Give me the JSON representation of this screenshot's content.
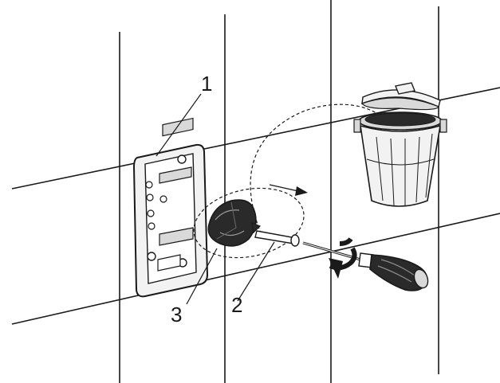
{
  "callouts": {
    "one": "1",
    "two": "2",
    "three": "3"
  },
  "colors": {
    "line": "#1a1a1a",
    "light_fill": "#f2f2f2",
    "mid_fill": "#d9d9d9",
    "dark_fill": "#2a2a2a"
  },
  "icons": [
    "trash-bin-icon",
    "screwdriver-icon",
    "rotation-arrow-icon",
    "direction-arrow-icon"
  ]
}
